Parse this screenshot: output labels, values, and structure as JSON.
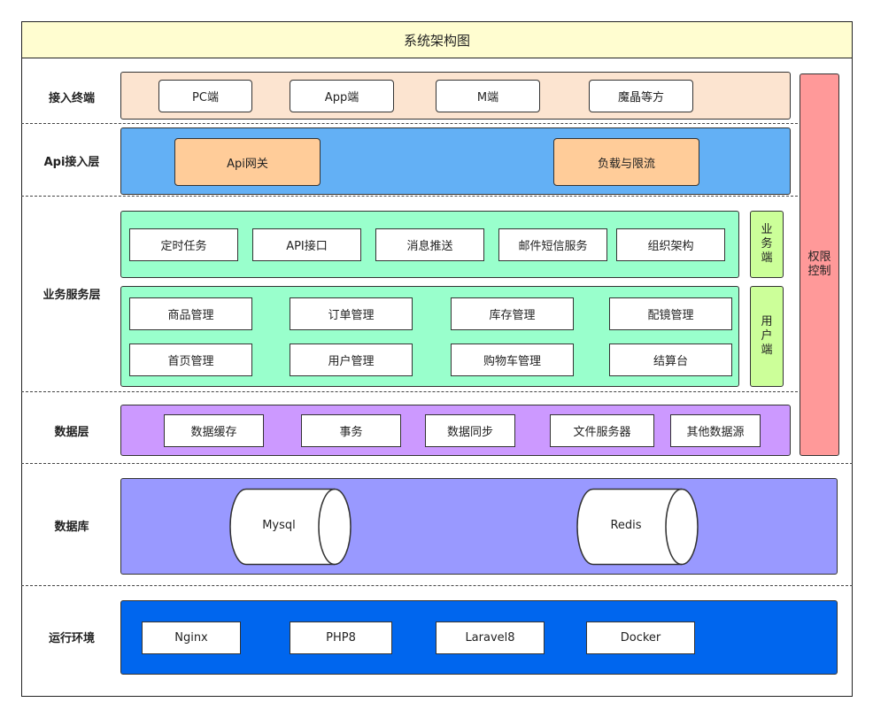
{
  "title": "系统架构图",
  "layers": {
    "access_terminal": {
      "label": "接入终端",
      "items": [
        "PC端",
        "App端",
        "M端",
        "魔晶等方"
      ],
      "color": "#fce4d0"
    },
    "api_layer": {
      "label": "Api接入层",
      "items": [
        "Api网关",
        "负载与限流"
      ],
      "color": "#63b0f5",
      "item_color": "#ffcc99"
    },
    "business_layer": {
      "label": "业务服务层",
      "business_side": {
        "tag": "业务端",
        "items": [
          "定时任务",
          "API接口",
          "消息推送",
          "邮件短信服务",
          "组织架构"
        ]
      },
      "user_side": {
        "tag": "用户端",
        "rows": [
          [
            "商品管理",
            "订单管理",
            "库存管理",
            "配镜管理"
          ],
          [
            "首页管理",
            "用户管理",
            "购物车管理",
            "结算台"
          ]
        ]
      },
      "color": "#99ffcc",
      "tag_color": "#ccff99"
    },
    "data_layer": {
      "label": "数据层",
      "items": [
        "数据缓存",
        "事务",
        "数据同步",
        "文件服务器",
        "其他数据源"
      ],
      "color": "#cc99ff"
    },
    "database": {
      "label": "数据库",
      "items": [
        "Mysql",
        "Redis"
      ],
      "color": "#9999ff"
    },
    "runtime": {
      "label": "运行环境",
      "items": [
        "Nginx",
        "PHP8",
        "Laravel8",
        "Docker"
      ],
      "color": "#0066ee"
    }
  },
  "permission": {
    "label": "权限控制",
    "color": "#ff9999"
  }
}
